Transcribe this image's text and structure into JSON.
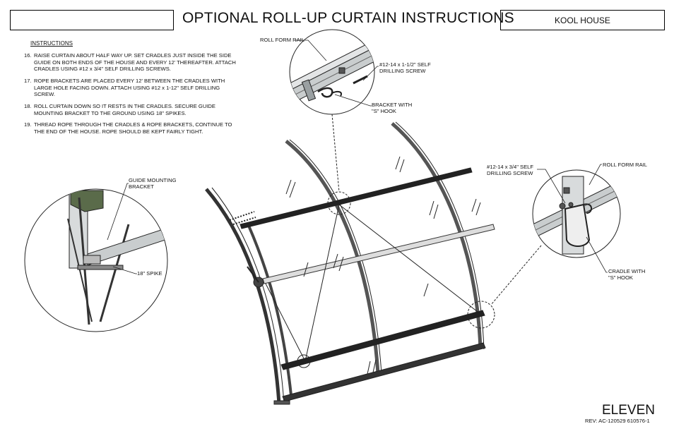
{
  "header": {
    "title": "OPTIONAL ROLL-UP CURTAIN INSTRUCTIONS",
    "product": "KOOL HOUSE"
  },
  "instructions": {
    "heading": "INSTRUCTIONS",
    "steps": [
      {
        "num": "16.",
        "text": "RAISE CURTAIN ABOUT HALF WAY UP.  SET CRADLES JUST INSIDE THE SIDE GUIDE ON BOTH ENDS OF THE HOUSE AND EVERY 12' THEREAFTER. ATTACH CRADLES USING #12 x 3/4\" SELF DRILLING SCREWS."
      },
      {
        "num": "17.",
        "text": "ROPE BRACKETS ARE PLACED EVERY 12' BETWEEN THE CRADLES WITH LARGE HOLE FACING DOWN.  ATTACH USING #12 x 1-12\" SELF DRILLING SCREW."
      },
      {
        "num": "18.",
        "text": "ROLL CURTAIN DOWN SO IT RESTS IN THE CRADLES.  SECURE GUIDE MOUNTING BRACKET TO THE GROUND USING 18\" SPIKES."
      },
      {
        "num": "19.",
        "text": "THREAD ROPE THROUGH THE CRADLES & ROPE BRACKETS, CONTINUE TO THE END OF THE HOUSE.  ROPE SHOULD BE KEPT FAIRLY TIGHT."
      }
    ]
  },
  "labels": {
    "roll_form_rail_top": "ROLL FORM RAIL",
    "screw_top": "#12-14 x 1-1/2\" SELF\nDRILLING SCREW",
    "bracket_s_hook": "BRACKET WITH\n\"S\" HOOK",
    "guide_mounting_bracket": "GUIDE MOUNTING\nBRACKET",
    "spike": "18\" SPIKE",
    "screw_right": "#12-14 x 3/4\" SELF\nDRILLING SCREW",
    "roll_form_rail_right": "ROLL FORM RAIL",
    "cradle_s_hook": "CRADLE WITH\n\"S\" HOOK"
  },
  "footer": {
    "brand": "ELEVEN",
    "revision": "REV: AC-120529   610576-1"
  },
  "colors": {
    "line": "#222222",
    "bracket_green": "#5a6b4a",
    "metal": "#bfc3c4"
  }
}
